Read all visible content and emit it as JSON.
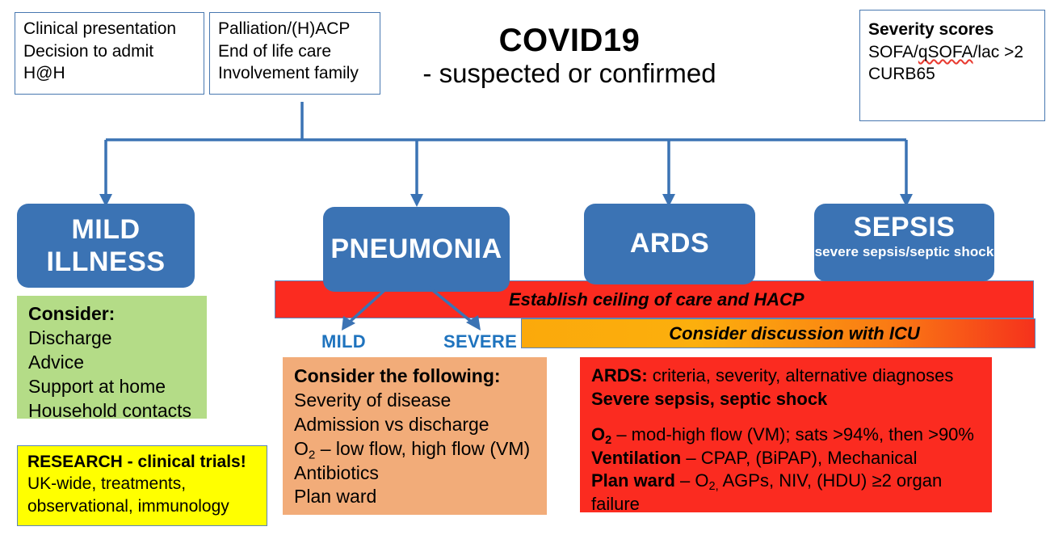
{
  "title": {
    "main": "COVID19",
    "sub": "- suspected or confirmed"
  },
  "top_boxes": {
    "clinical": {
      "line1": "Clinical presentation",
      "line2": "Decision to admit",
      "line3": "H@H"
    },
    "palliation": {
      "line1": "Palliation/(H)ACP",
      "line2": "End of life care",
      "line3": "Involvement family"
    },
    "severity": {
      "heading": "Severity scores",
      "line2_a": "SOFA/",
      "line2_b": "qSOFA",
      "line2_c": "/lac >2",
      "line3": "CURB65"
    }
  },
  "stages": [
    {
      "name": "mild-illness",
      "title_line1": "MILD",
      "title_line2": "ILLNESS",
      "subtitle": ""
    },
    {
      "name": "pneumonia",
      "title_line1": "PNEUMONIA",
      "title_line2": "",
      "subtitle": ""
    },
    {
      "name": "ards",
      "title_line1": "ARDS",
      "title_line2": "",
      "subtitle": ""
    },
    {
      "name": "sepsis",
      "title_line1": "SEPSIS",
      "title_line2": "",
      "subtitle": "severe sepsis/septic shock"
    }
  ],
  "bars": {
    "red": "Establish ceiling of care and HACP",
    "orange": "Consider discussion with ICU"
  },
  "branch_labels": {
    "mild": "MILD",
    "severe": "SEVERE"
  },
  "panels": {
    "green": {
      "heading": "Consider:",
      "items": [
        "Discharge",
        "Advice",
        "Support at home",
        "Household contacts"
      ]
    },
    "yellow": {
      "heading": "RESEARCH - clinical trials!",
      "line2": "UK-wide, treatments,",
      "line3": "observational, immunology"
    },
    "peach": {
      "heading": "Consider the following:",
      "item1": "Severity of disease",
      "item2": "Admission vs discharge",
      "item3_pre": "O",
      "item3_sub": "2",
      "item3_post": " – low flow, high flow (VM)",
      "item4": "Antibiotics",
      "item5": "Plan ward"
    },
    "red": {
      "line1_bold": "ARDS:",
      "line1_rest": " criteria, severity, alternative diagnoses",
      "line2_bold": "Severe sepsis, septic shock",
      "line3_bold": "O",
      "line3_bold_sub": "2",
      "line3_rest": " – mod-high flow (VM); sats >94%, then >90%",
      "line4_bold": "Ventilation",
      "line4_rest": " – CPAP, (BiPAP), Mechanical",
      "line5_bold": "Plan ward",
      "line5_rest_pre": " – O",
      "line5_rest_sub": "2,",
      "line5_rest_post": " AGPs, NIV, (HDU) ≥2 organ failure"
    }
  },
  "colors": {
    "stage_blue": "#3B73B4",
    "connector_blue": "#3B73B4",
    "panel_green": "#B4DC87",
    "panel_yellow": "#FFFF00",
    "panel_peach": "#F2AC79",
    "alert_red": "#FB2B20",
    "gradient_orange": "#FBA90B",
    "branch_label_blue": "#1E73BE",
    "box_border_blue": "#4878B0"
  }
}
